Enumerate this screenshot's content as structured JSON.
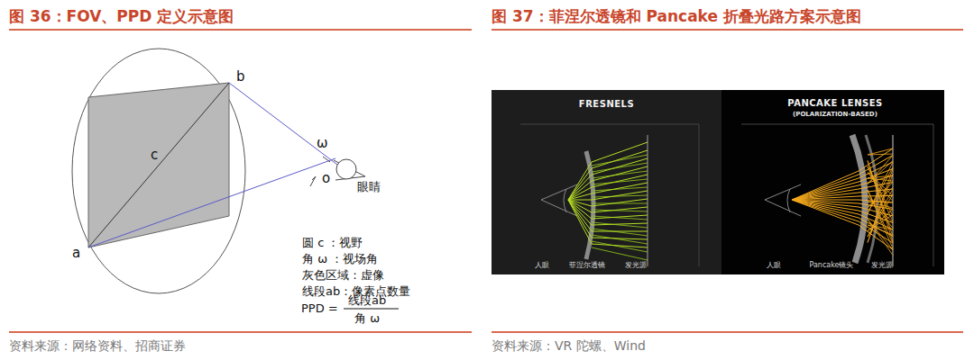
{
  "diagram": {
    "nodes": [
      {
        "text": [
          "FRESNELS",
          "人眼",
          "菲涅尔透镜",
          "发光源"
        ]
      },
      {
        "text": [
          "PANCAKE LENSES",
          "(POLARIZATION-BASED)",
          "人眼",
          "Pancake镜头",
          "发光源"
        ]
      }
    ],
    "labels": [
      "图 36：FOV、PPD 定义示意图",
      "图 37：菲涅尔透镜和 Pancake 折叠光路方案示意图",
      "b",
      "c",
      "ω",
      "o",
      "眼睛",
      "a",
      "圆 c ：视野",
      "角 ω ：视场角",
      "灰色区域：虚像",
      "线段ab：像素点数量",
      "PPD =",
      "线段ab",
      "角 ω",
      "资料来源：网络资料、招商证券",
      "资料来源：VR 陀螺、Wind"
    ]
  }
}
